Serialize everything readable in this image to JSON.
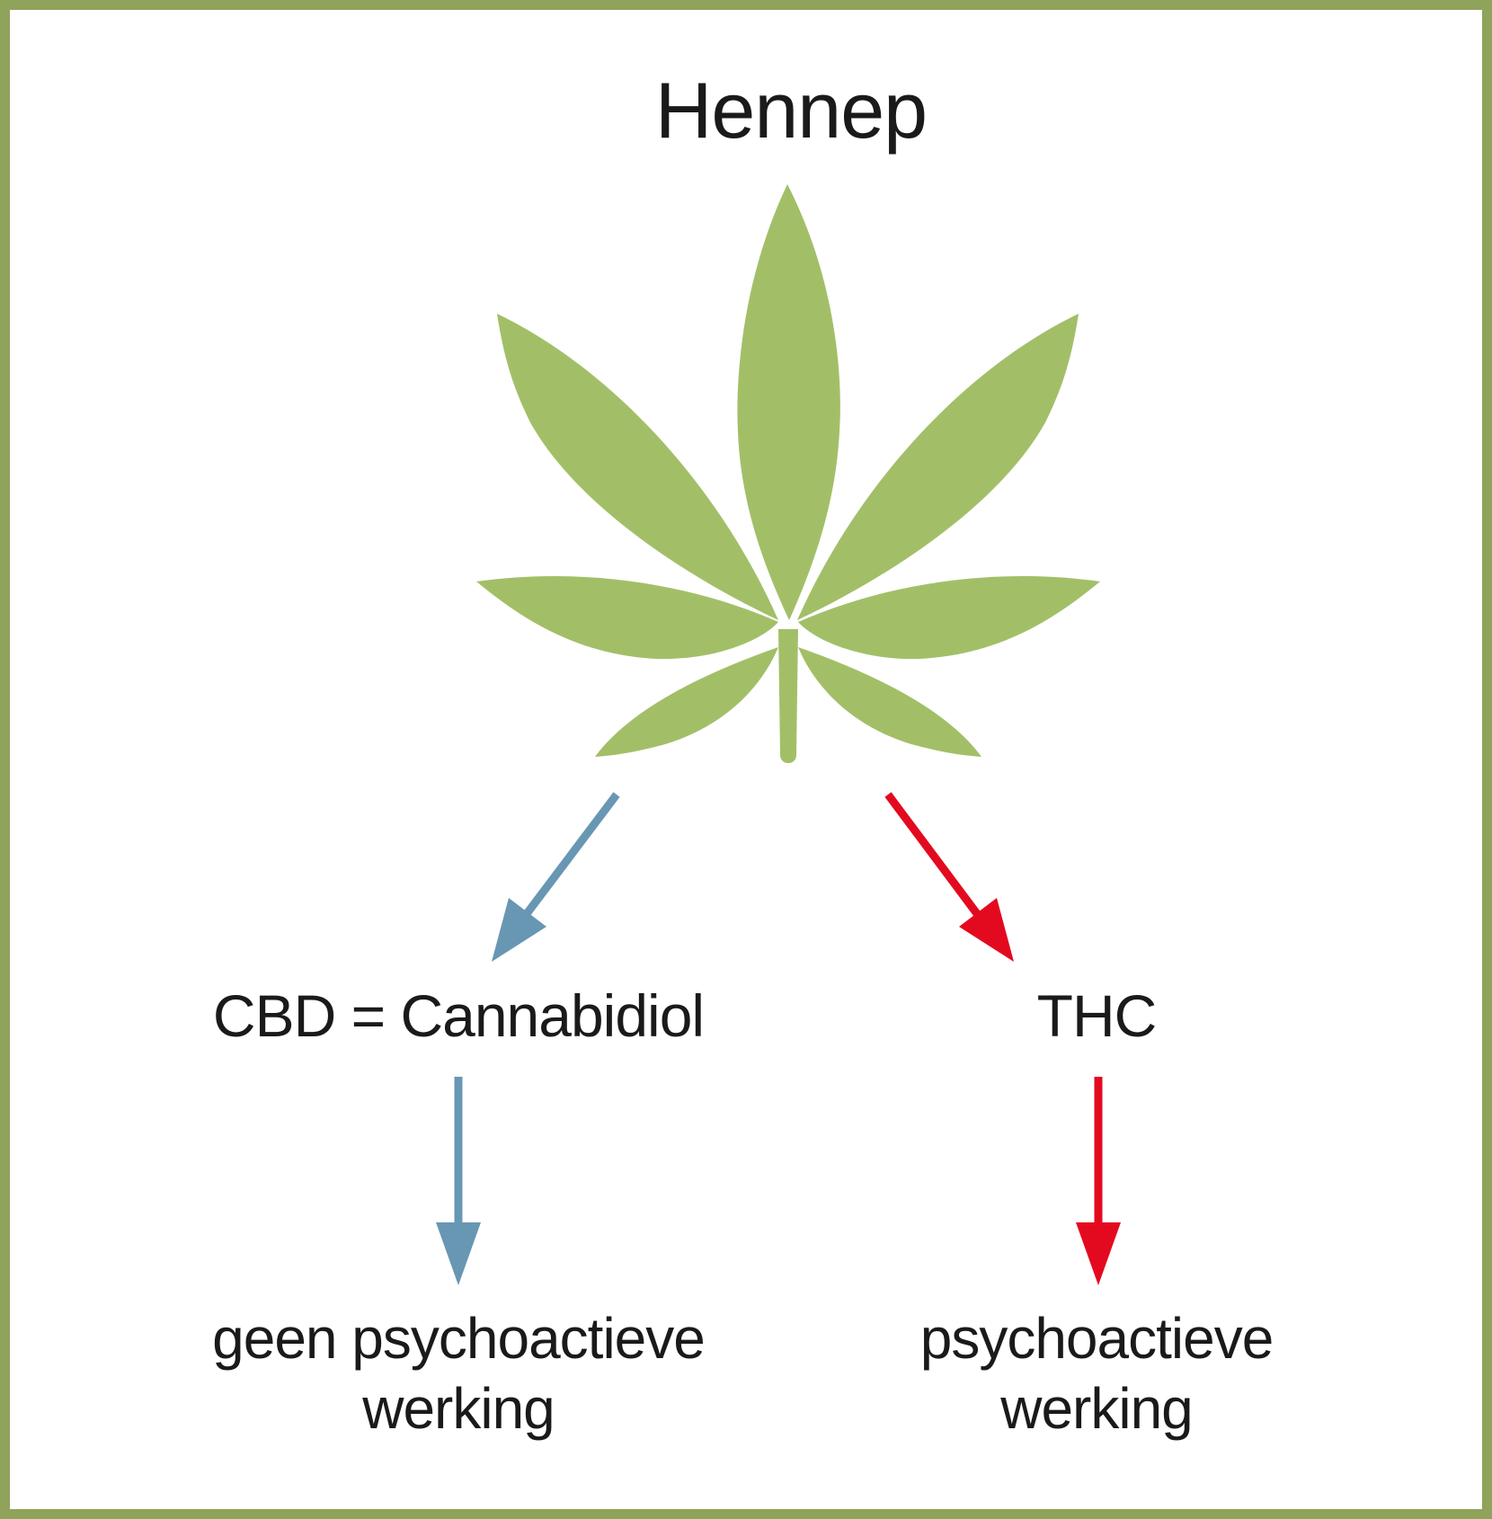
{
  "title": "Hennep",
  "left_branch": {
    "compound": "CBD = Cannabidiol",
    "effect_lines": [
      "geen psychoactieve",
      "werking"
    ],
    "color": "#6897b3"
  },
  "right_branch": {
    "compound": "THC",
    "effect_lines": [
      "psychoactieve",
      "werking"
    ],
    "color": "#e30a1f"
  },
  "colors": {
    "frame": "#8fa35a",
    "leaf": "#a2bf68"
  },
  "icons": {
    "leaf": "hemp-leaf-icon"
  }
}
